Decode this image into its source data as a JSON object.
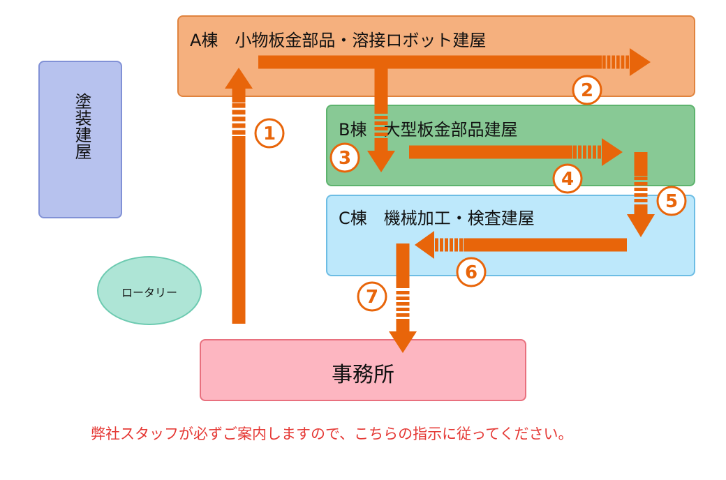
{
  "buildings": {
    "a": {
      "label": "A棟　小物板金部品・溶接ロボット建屋",
      "color": "#f5b07e"
    },
    "b": {
      "label": "B棟　大型板金部品建屋",
      "color": "#88c995"
    },
    "c": {
      "label": "C棟　機械加工・検査建屋",
      "color": "#bde8fb"
    },
    "paint": {
      "label": "塗装建屋",
      "color": "#b7c2ee"
    },
    "office": {
      "label": "事務所",
      "color": "#fdb6c1"
    },
    "rotary": {
      "label": "ロータリー",
      "color": "#aee5d6"
    }
  },
  "route": {
    "arrow_color": "#e8650a",
    "steps": [
      {
        "number": "1",
        "from": "事務所",
        "to": "A棟",
        "direction": "up"
      },
      {
        "number": "2",
        "from": "A棟",
        "to": "A棟",
        "direction": "right"
      },
      {
        "number": "3",
        "from": "A棟",
        "to": "B棟",
        "direction": "down"
      },
      {
        "number": "4",
        "from": "B棟",
        "to": "B棟",
        "direction": "right"
      },
      {
        "number": "5",
        "from": "B棟",
        "to": "C棟",
        "direction": "down"
      },
      {
        "number": "6",
        "from": "C棟",
        "to": "C棟",
        "direction": "left"
      },
      {
        "number": "7",
        "from": "C棟",
        "to": "事務所",
        "direction": "down"
      }
    ]
  },
  "note": {
    "text": "弊社スタッフが必ずご案内しますので、こちらの指示に従ってください。",
    "color": "#e53935"
  }
}
